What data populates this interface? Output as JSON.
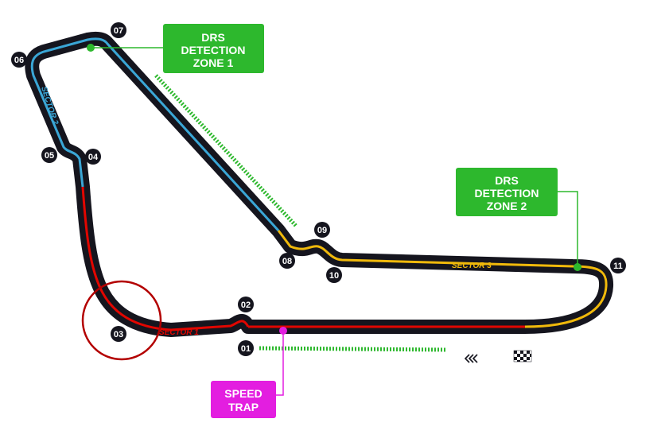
{
  "colors": {
    "track": "#15151e",
    "sector1": "#e10600",
    "sector2": "#3aa6d6",
    "sector3": "#f0b90b",
    "drs": "#2db82d",
    "speed_trap": "#e31ee0",
    "highlight_circle": "#b30000"
  },
  "turns": [
    "01",
    "02",
    "03",
    "04",
    "05",
    "06",
    "07",
    "08",
    "09",
    "10",
    "11"
  ],
  "sectors": {
    "s1": "SECTOR 1",
    "s2": "SECTOR 2",
    "s3": "SECTOR 3"
  },
  "drs_zone_1": {
    "line1": "DRS",
    "line2": "DETECTION",
    "line3": "ZONE 1"
  },
  "drs_zone_2": {
    "line1": "DRS",
    "line2": "DETECTION",
    "line3": "ZONE 2"
  },
  "speed_trap": {
    "line1": "SPEED",
    "line2": "TRAP"
  },
  "icons": {
    "direction": "direction-chevrons-icon",
    "finish": "checkered-flag-icon"
  }
}
